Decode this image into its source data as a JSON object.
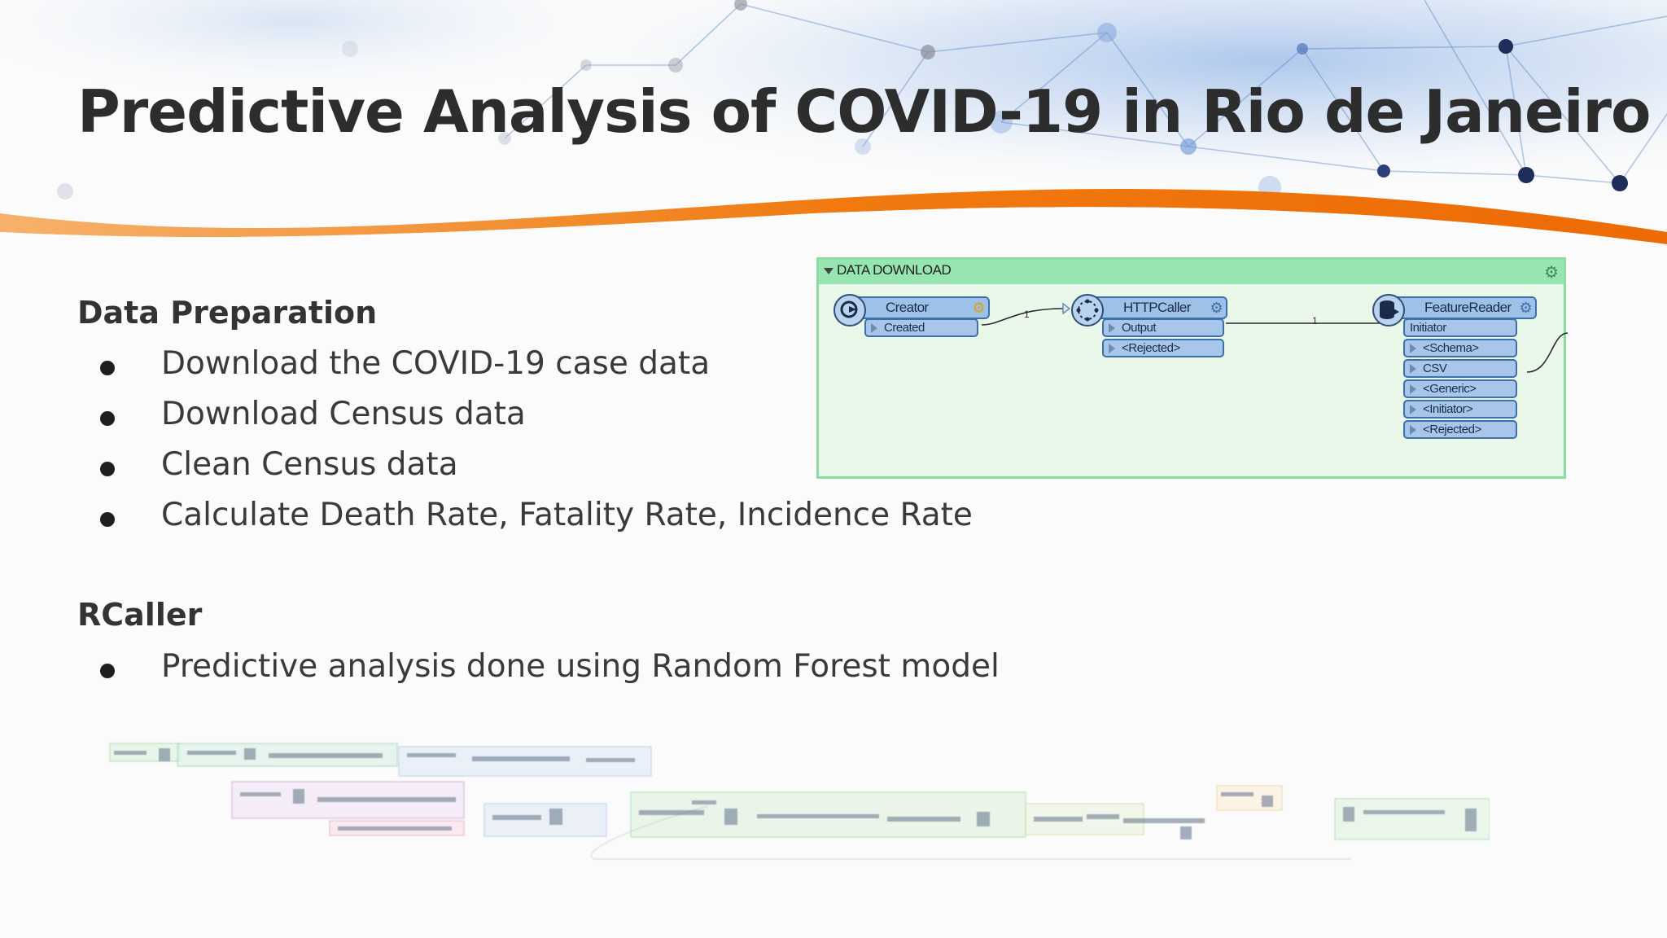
{
  "slide": {
    "title": "Predictive Analysis of COVID-19 in Rio de Janeiro",
    "sections": [
      {
        "heading": "Data Preparation",
        "bullets": [
          "Download the COVID-19 case data",
          "Download Census data",
          "Clean Census data",
          "Calculate Death Rate, Fatality Rate, Incidence Rate"
        ]
      },
      {
        "heading": "RCaller",
        "bullets": [
          "Predictive analysis done using Random Forest model"
        ]
      }
    ]
  },
  "workspace": {
    "bookmark_title": "DATA DOWNLOAD",
    "nodes": [
      {
        "name": "Creator",
        "ports": [
          "Created"
        ]
      },
      {
        "name": "HTTPCaller",
        "ports": [
          "Output",
          "<Rejected>"
        ]
      },
      {
        "name": "FeatureReader",
        "input_port": "Initiator",
        "ports": [
          "<Schema>",
          "CSV",
          "<Generic>",
          "<Initiator>",
          "<Rejected>"
        ]
      }
    ],
    "connection_counts": [
      "1",
      "1"
    ]
  },
  "colors": {
    "accent_orange": "#f07a10",
    "bookmark_green": "#97e5b0",
    "node_blue": "#9ec1e8",
    "title_text": "#2d2d2d"
  }
}
